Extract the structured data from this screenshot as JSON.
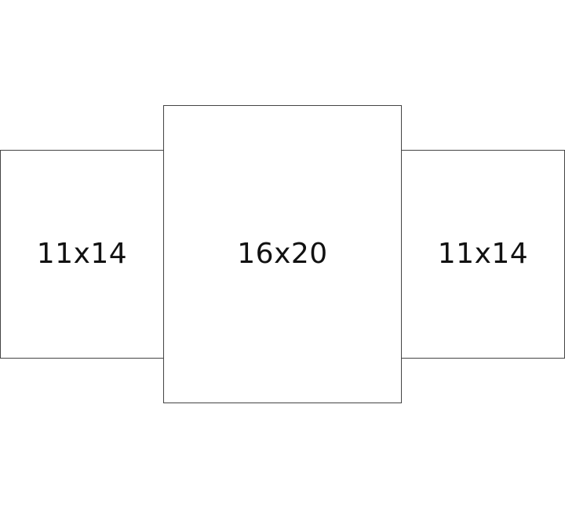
{
  "frames": [
    {
      "label": "11x14"
    },
    {
      "label": "16x20"
    },
    {
      "label": "11x14"
    }
  ]
}
